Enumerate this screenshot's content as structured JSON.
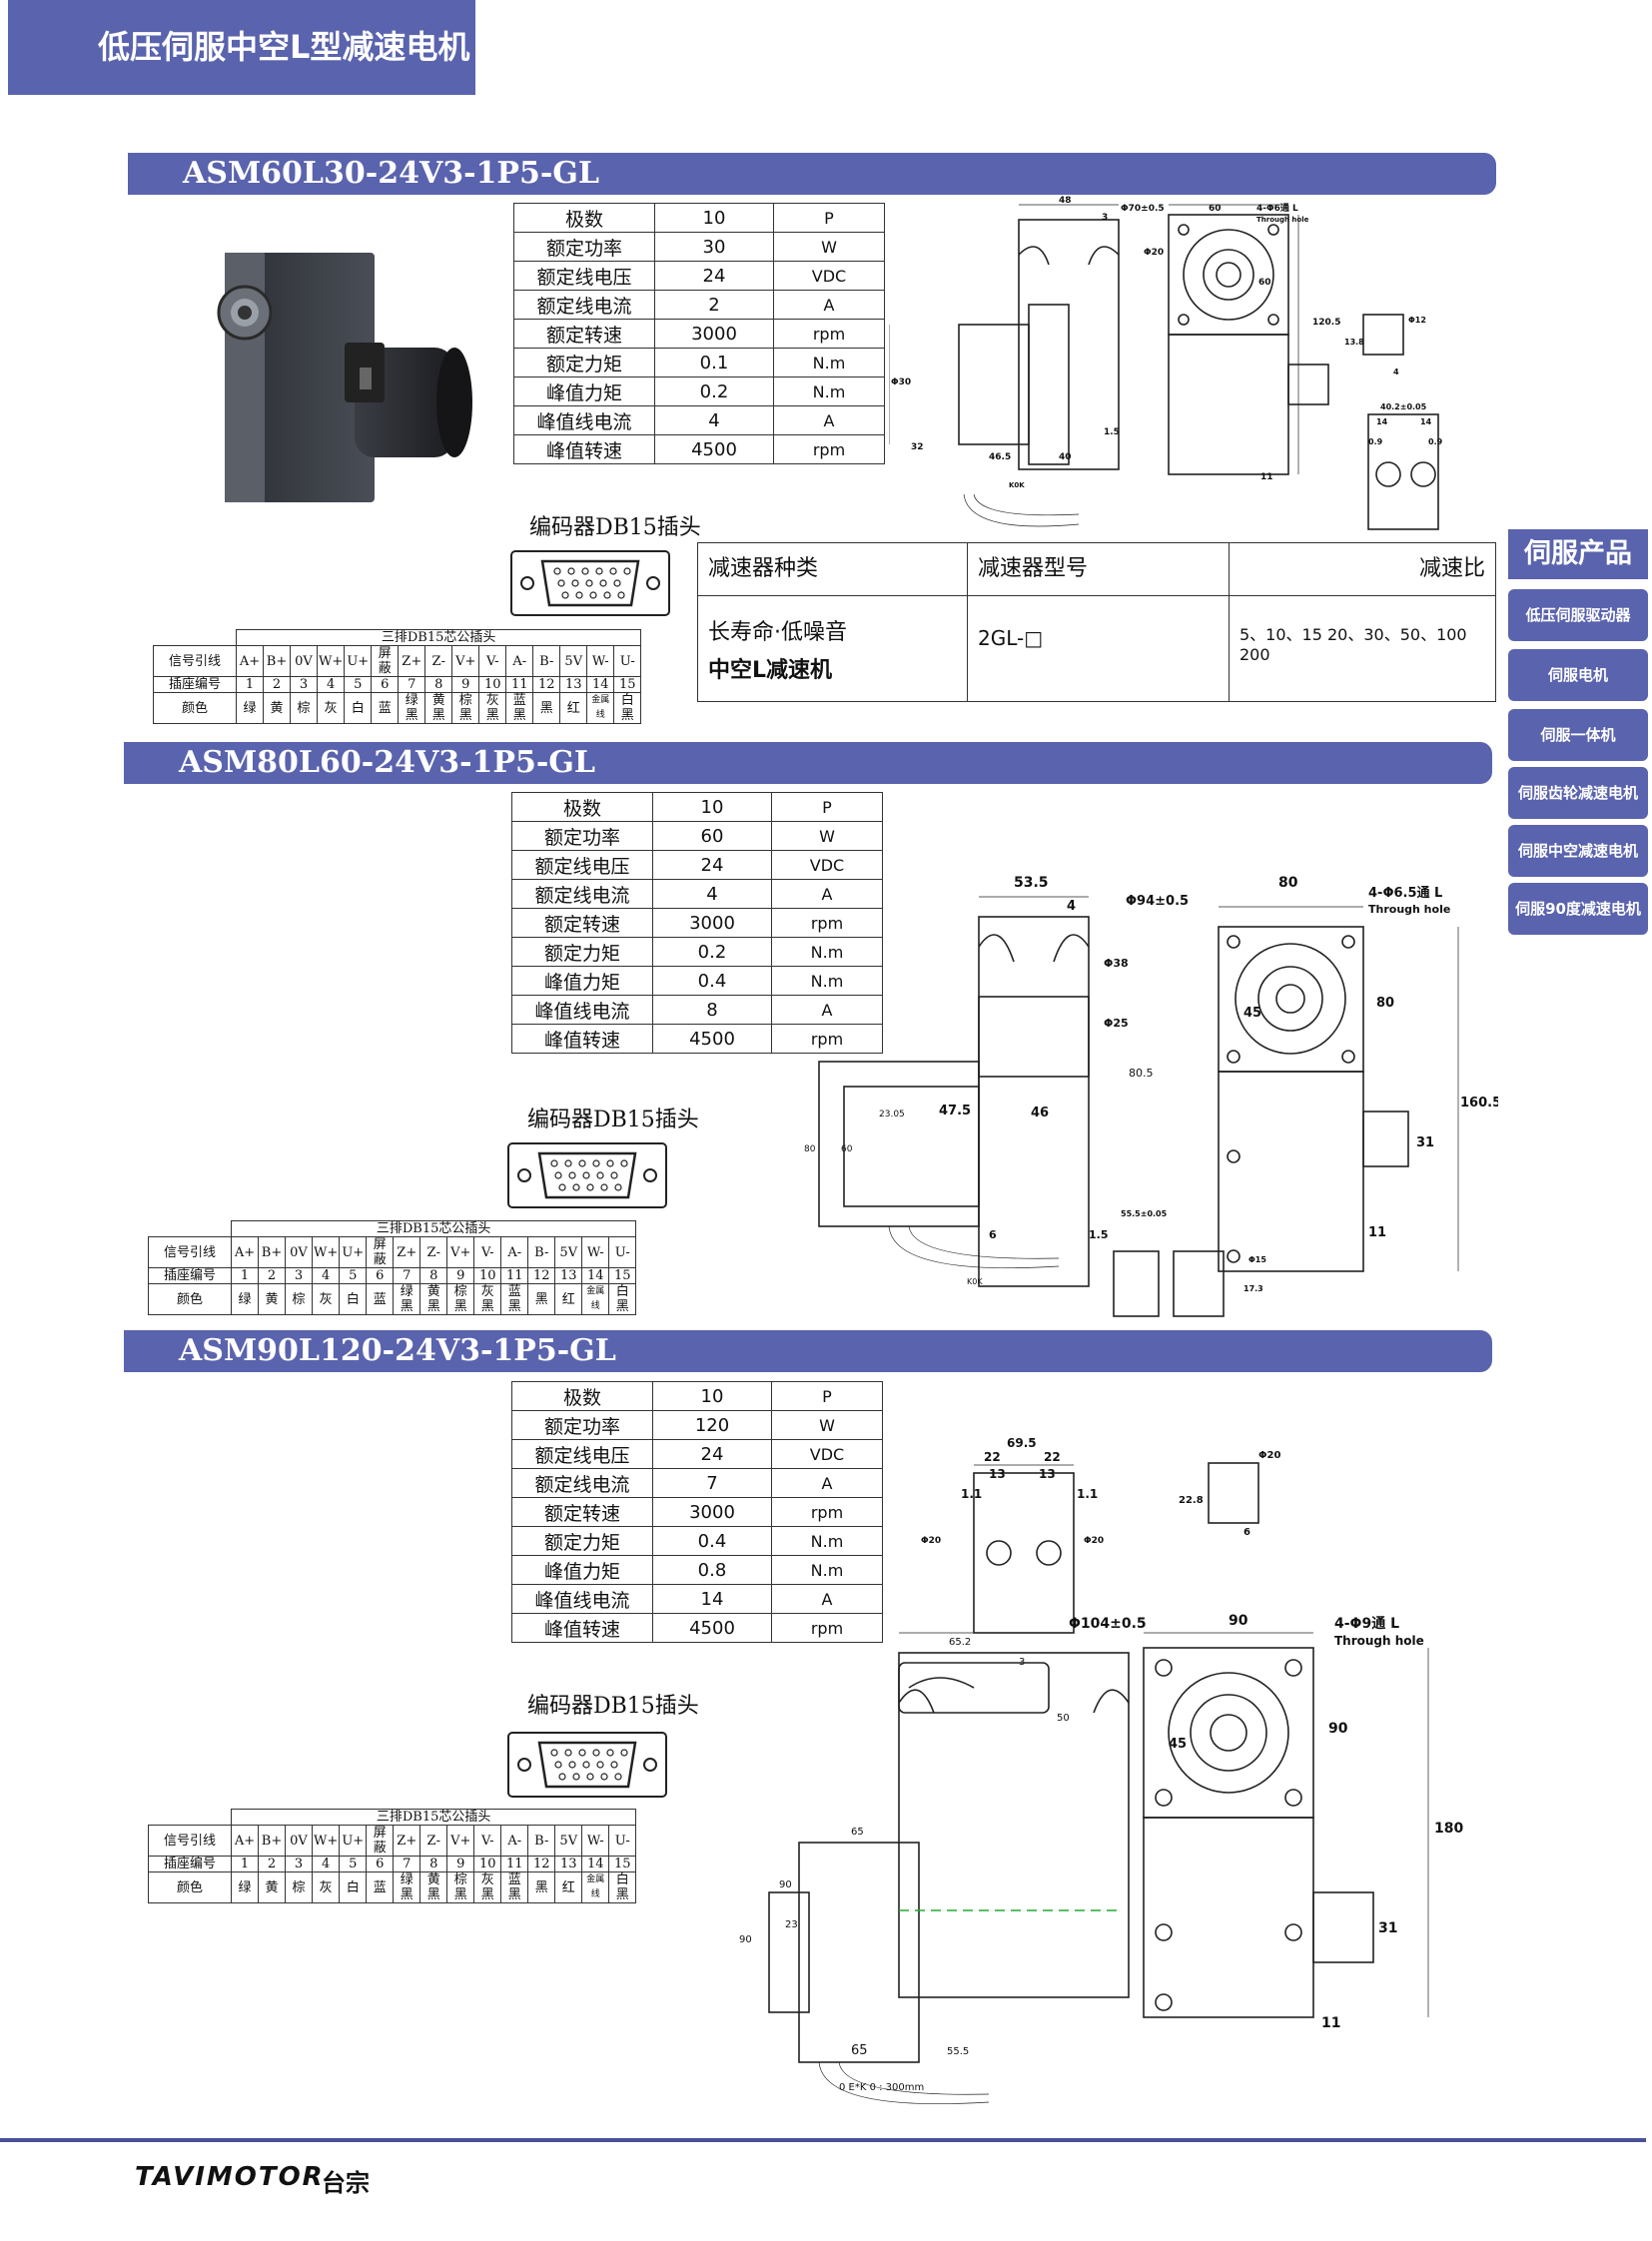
{
  "header": {
    "title": "低压伺服中空L型减速电机"
  },
  "sections": [
    {
      "model": "ASM60L30-24V3-1P5-GL",
      "specs": [
        {
          "k": "极数",
          "v": "10",
          "u": "P"
        },
        {
          "k": "额定功率",
          "v": "30",
          "u": "W"
        },
        {
          "k": "额定线电压",
          "v": "24",
          "u": "VDC"
        },
        {
          "k": "额定线电流",
          "v": "2",
          "u": "A"
        },
        {
          "k": "额定转速",
          "v": "3000",
          "u": "rpm"
        },
        {
          "k": "额定力矩",
          "v": "0.1",
          "u": "N.m"
        },
        {
          "k": "峰值力矩",
          "v": "0.2",
          "u": "N.m"
        },
        {
          "k": "峰值线电流",
          "v": "4",
          "u": "A"
        },
        {
          "k": "峰值转速",
          "v": "4500",
          "u": "rpm"
        }
      ],
      "dims": {
        "d1": "48",
        "d2": "3",
        "d3": "Φ70±0.5",
        "d4": "60",
        "d5": "4-Φ6通 L",
        "d6": "Through hole",
        "d7": "Φ20",
        "d8": "Φ30",
        "d9": "46.5",
        "d10": "40",
        "d11": "1.5",
        "d12": "32",
        "d13": "K0K",
        "d14": "120.5",
        "d15": "60",
        "d16": "11",
        "d17": "Φ12",
        "d18": "13.8",
        "d19": "4",
        "d20": "40.2±0.05",
        "d21": "14",
        "d22": "14",
        "d23": "0.9",
        "d24": "0.9"
      }
    },
    {
      "model": "ASM80L60-24V3-1P5-GL",
      "specs": [
        {
          "k": "极数",
          "v": "10",
          "u": "P"
        },
        {
          "k": "额定功率",
          "v": "60",
          "u": "W"
        },
        {
          "k": "额定线电压",
          "v": "24",
          "u": "VDC"
        },
        {
          "k": "额定线电流",
          "v": "4",
          "u": "A"
        },
        {
          "k": "额定转速",
          "v": "3000",
          "u": "rpm"
        },
        {
          "k": "额定力矩",
          "v": "0.2",
          "u": "N.m"
        },
        {
          "k": "峰值力矩",
          "v": "0.4",
          "u": "N.m"
        },
        {
          "k": "峰值线电流",
          "v": "8",
          "u": "A"
        },
        {
          "k": "峰值转速",
          "v": "4500",
          "u": "rpm"
        }
      ],
      "dims": {
        "d1": "53.5",
        "d2": "4",
        "d3": "Φ94±0.5",
        "d4": "80",
        "d5": "4-Φ6.5通 L",
        "d6": "Through hole",
        "d7": "Φ38",
        "d8": "Φ25",
        "d9": "80.5",
        "d10": "47.5",
        "d11": "46",
        "d12": "23.05",
        "d13": "80",
        "d14": "60",
        "d15": "6",
        "d16": "1.5",
        "d17": "K0K",
        "d18": "45",
        "d19": "80",
        "d20": "160.5",
        "d21": "31",
        "d22": "11",
        "d23": "55.5±0.05",
        "d24": "Φ15",
        "d25": "17.3"
      }
    },
    {
      "model": "ASM90L120-24V3-1P5-GL",
      "specs": [
        {
          "k": "极数",
          "v": "10",
          "u": "P"
        },
        {
          "k": "额定功率",
          "v": "120",
          "u": "W"
        },
        {
          "k": "额定线电压",
          "v": "24",
          "u": "VDC"
        },
        {
          "k": "额定线电流",
          "v": "7",
          "u": "A"
        },
        {
          "k": "额定转速",
          "v": "3000",
          "u": "rpm"
        },
        {
          "k": "额定力矩",
          "v": "0.4",
          "u": "N.m"
        },
        {
          "k": "峰值力矩",
          "v": "0.8",
          "u": "N.m"
        },
        {
          "k": "峰值线电流",
          "v": "14",
          "u": "A"
        },
        {
          "k": "峰值转速",
          "v": "4500",
          "u": "rpm"
        }
      ],
      "dims": {
        "d1": "69.5",
        "d2": "22",
        "d3": "22",
        "d4": "13",
        "d5": "13",
        "d6": "1.1",
        "d7": "1.1",
        "d8": "Φ20",
        "d9": "Φ20",
        "d10": "Φ20",
        "d11": "22.8",
        "d12": "6",
        "d13": "Φ104±0.5",
        "d14": "90",
        "d15": "4-Φ9通 L",
        "d16": "Through hole",
        "d17": "65.2",
        "d18": "3",
        "d19": "50",
        "d20": "65",
        "d21": "90",
        "d22": "23",
        "d23": "90",
        "d24": "65",
        "d25": "55.5",
        "d26": "45",
        "d27": "90",
        "d28": "180",
        "d29": "31",
        "d30": "11",
        "d31": "0 E*K 0 : 300mm"
      }
    }
  ],
  "encoder_label": "编码器DB15插头",
  "pin_table": {
    "caption": "三排DB15芯公插头",
    "row_headers": [
      "信号引线",
      "插座编号",
      "颜色"
    ],
    "signals": [
      "A+",
      "B+",
      "0V",
      "W+",
      "U+",
      "屏蔽",
      "Z+",
      "Z-",
      "V+",
      "V-",
      "A-",
      "B-",
      "5V",
      "W-",
      "U-"
    ],
    "numbers": [
      "1",
      "2",
      "3",
      "4",
      "5",
      "6",
      "7",
      "8",
      "9",
      "10",
      "11",
      "12",
      "13",
      "14",
      "15"
    ],
    "colors": [
      "绿",
      "黄",
      "棕",
      "灰",
      "白",
      "蓝",
      "绿黑",
      "黄黑",
      "棕黑",
      "灰黑",
      "蓝黑",
      "黑",
      "红",
      "金属线",
      "白黑"
    ]
  },
  "reducer_table": {
    "headers": [
      "减速器种类",
      "减速器型号",
      "减速比"
    ],
    "type_line1": "长寿命·低噪音",
    "type_line2": "中空L减速机",
    "model": "2GL-□",
    "ratios": "5、10、15  20、30、50、100  200"
  },
  "sidebar": {
    "title": "伺服产品",
    "items": [
      "低压伺服驱动器",
      "伺服电机",
      "伺服一体机",
      "伺服齿轮减速电机",
      "伺服中空减速电机",
      "伺服90度减速电机"
    ]
  },
  "footer": {
    "brand": "TAVIMOTOR",
    "cn": "台宗"
  }
}
